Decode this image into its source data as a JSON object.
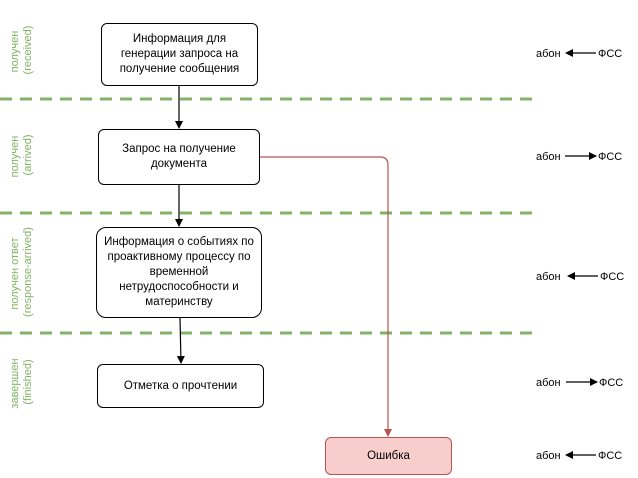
{
  "lanes": [
    {
      "line1": "получен",
      "line2": "(received)"
    },
    {
      "line1": "получен",
      "line2": "(arrived)"
    },
    {
      "line1": "получен ответ",
      "line2": "(response-arrived)"
    },
    {
      "line1": "завершен",
      "line2": "(finished)"
    }
  ],
  "steps": [
    {
      "line1": "Информация для",
      "line2": "генерации запроса на",
      "line3": "получение сообщения"
    },
    {
      "line1": "Запрос на получение",
      "line2": "документа"
    },
    {
      "line1": "Информация о событиях по",
      "line2": "проактивному процессу по",
      "line3": "временной",
      "line4": "нетрудоспособности и",
      "line5": "материнству"
    },
    {
      "line1": "Отметка о прочтении"
    }
  ],
  "error": {
    "label": "Ошибка"
  },
  "exchanges": [
    {
      "left": "абон",
      "right": "ФСС",
      "direction": "to-left"
    },
    {
      "left": "абон",
      "right": "ФСС",
      "direction": "to-right"
    },
    {
      "left": "абон",
      "right": "ФСС",
      "direction": "to-left"
    },
    {
      "left": "абон",
      "right": "ФСС",
      "direction": "to-right"
    },
    {
      "left": "абон",
      "right": "ФСС",
      "direction": "to-left"
    }
  ],
  "colors": {
    "lane_divider": "#82b366",
    "lane_label": "#82b366",
    "error_fill": "#f8cecc",
    "error_stroke": "#b85450"
  }
}
